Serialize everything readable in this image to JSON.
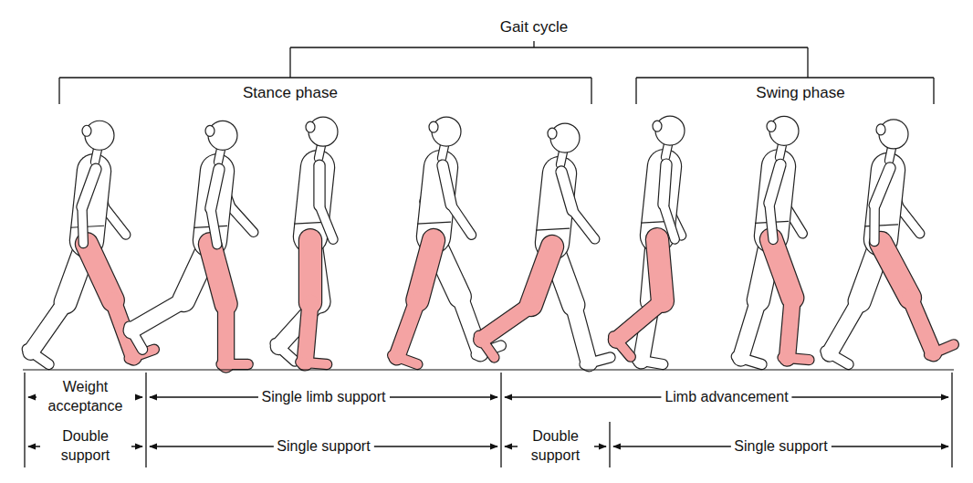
{
  "diagram": {
    "labels": [
      "Gait cycle",
      "Stance phase",
      "Swing phase",
      "Weight acceptance",
      "Single limb support",
      "Limb advancement",
      "Double support",
      "Single support",
      "Double support",
      "Single support"
    ]
  }
}
